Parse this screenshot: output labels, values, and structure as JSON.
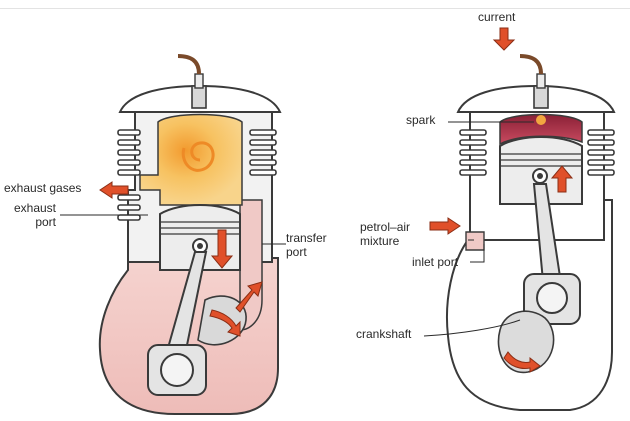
{
  "labels": {
    "exhaust_gases": "exhaust gases",
    "exhaust_port_1": "exhaust",
    "exhaust_port_2": "port",
    "transfer_port_1": "transfer",
    "transfer_port_2": "port",
    "current": "current",
    "spark": "spark",
    "petrol_air_1": "petrol–air",
    "petrol_air_2": "mixture",
    "inlet_port": "inlet port",
    "crankshaft": "crankshaft"
  },
  "colors": {
    "outline": "#3a3a3a",
    "crankcase_mixture": "#f0c9c6",
    "burning_gas": "#f5c06a",
    "flame_core": "#f0a13a",
    "compressed_charge": "#b0324a",
    "arrow": "#e0502a",
    "metal": "#e4e4e4",
    "metal_dark": "#cfcfcf"
  }
}
